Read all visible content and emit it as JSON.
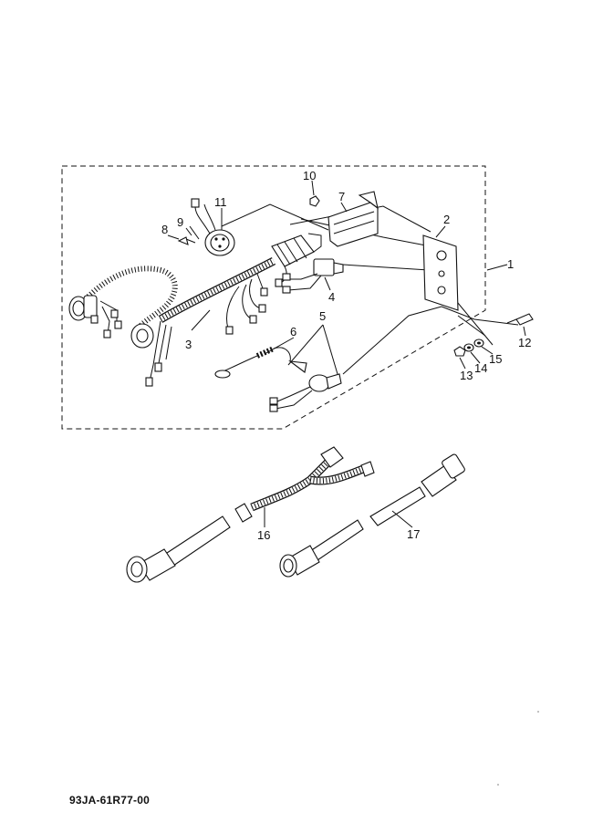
{
  "document_code": "93JA-61R77-00",
  "callouts": [
    {
      "id": "c1",
      "text": "1"
    },
    {
      "id": "c2",
      "text": "2"
    },
    {
      "id": "c3",
      "text": "3"
    },
    {
      "id": "c4",
      "text": "4"
    },
    {
      "id": "c5",
      "text": "5"
    },
    {
      "id": "c6",
      "text": "6"
    },
    {
      "id": "c7",
      "text": "7"
    },
    {
      "id": "c8",
      "text": "8"
    },
    {
      "id": "c9",
      "text": "9"
    },
    {
      "id": "c10",
      "text": "10"
    },
    {
      "id": "c11",
      "text": "11"
    },
    {
      "id": "c12",
      "text": "12"
    },
    {
      "id": "c13",
      "text": "13"
    },
    {
      "id": "c14",
      "text": "14"
    },
    {
      "id": "c15",
      "text": "15"
    },
    {
      "id": "c16",
      "text": "16"
    },
    {
      "id": "c17",
      "text": "17"
    }
  ]
}
